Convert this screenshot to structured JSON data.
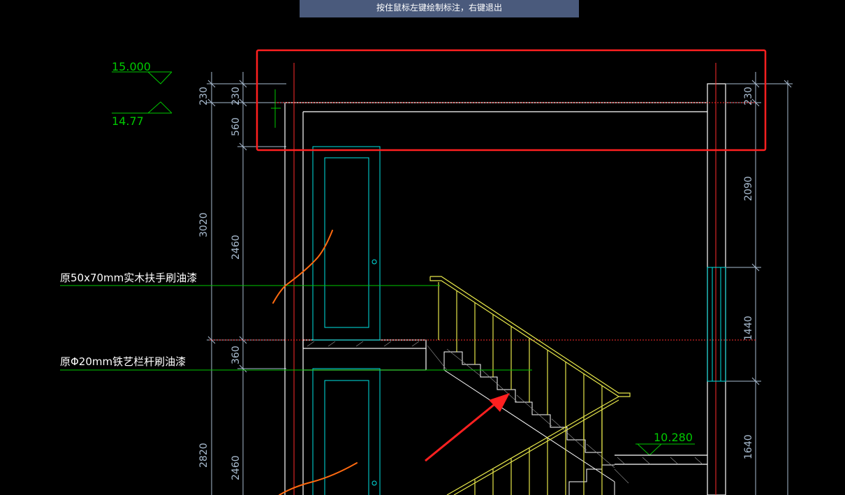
{
  "app": {
    "tooltip": "按住鼠标左键绘制标注，右键退出"
  },
  "colors": {
    "background": "#000000",
    "dim": "#a9bcd0",
    "wall": "#ffffff",
    "cyan": "#00e5e5",
    "yellow": "#e6e64a",
    "green": "#00c800",
    "red": "#ff2b2b",
    "orange": "#ff6a10",
    "hatch": "#9a9a9a"
  },
  "drawing": {
    "elevations": {
      "top": "15.000",
      "slab": "14.77",
      "landing": "10.280"
    },
    "notes": {
      "handrail": "原50x70mm实木扶手刷油漆",
      "baluster": "原Φ20mm铁艺栏杆刷油漆"
    },
    "dims_left_outer": {
      "d1": "230",
      "d2": "3020",
      "d3": "2820"
    },
    "dims_left_inner": {
      "d1": "230",
      "d2": "560",
      "d3": "2460",
      "d4": "360",
      "d5": "2460"
    },
    "dims_right": {
      "d1": "230",
      "d2": "2090",
      "d3": "1440",
      "d4": "1640"
    }
  }
}
